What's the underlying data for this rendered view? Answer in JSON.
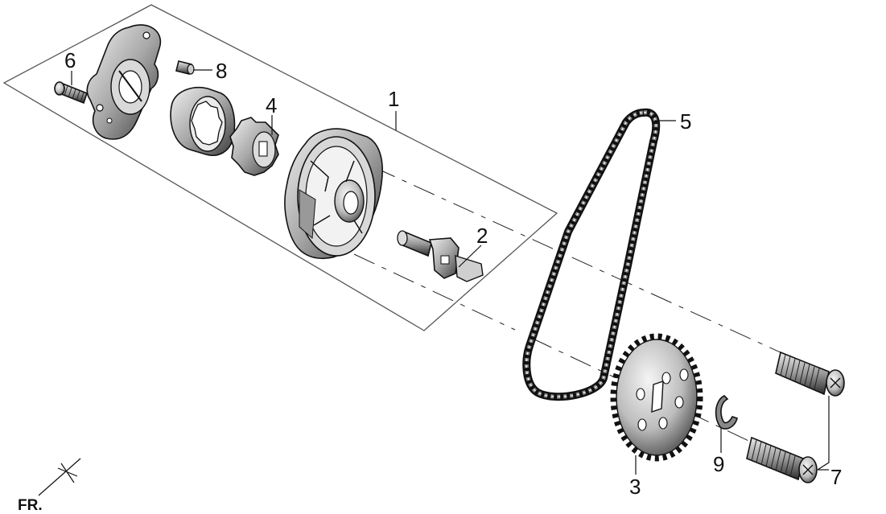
{
  "diagram": {
    "callouts": [
      {
        "id": "1",
        "text": "1"
      },
      {
        "id": "2",
        "text": "2"
      },
      {
        "id": "3",
        "text": "3"
      },
      {
        "id": "4",
        "text": "4"
      },
      {
        "id": "5",
        "text": "5"
      },
      {
        "id": "6",
        "text": "6"
      },
      {
        "id": "7",
        "text": "7"
      },
      {
        "id": "8",
        "text": "8"
      },
      {
        "id": "9",
        "text": "9"
      }
    ],
    "front_indicator": "FR."
  }
}
